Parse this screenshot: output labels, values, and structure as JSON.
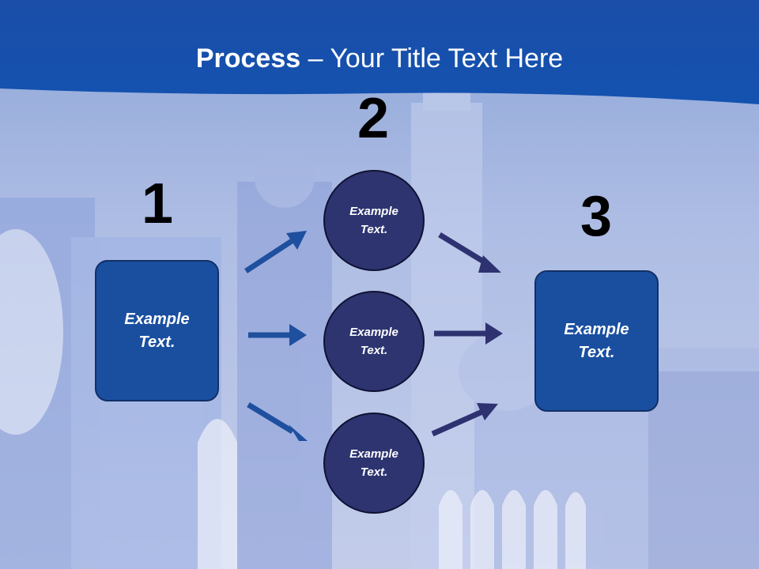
{
  "slide": {
    "title_bold": "Process",
    "title_rest": " – Your Title Text Here",
    "numbers": [
      "1",
      "2",
      "3"
    ],
    "left_box": "Example Text.",
    "right_box": "Example Text.",
    "circles": [
      "Example Text.",
      "Example Text.",
      "Example Text."
    ]
  },
  "colors": {
    "header_blue": "#1a4ea8",
    "box_blue": "#1a4fa0",
    "circle_navy": "#2d3470",
    "arrow_blue": "#1f4f9f",
    "arrow_navy": "#2f3270"
  }
}
